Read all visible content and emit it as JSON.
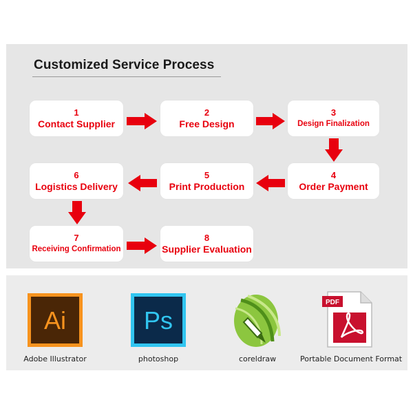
{
  "title": "Customized Service Process",
  "steps": [
    {
      "num": "1",
      "label": "Contact Supplier"
    },
    {
      "num": "2",
      "label": "Free Design"
    },
    {
      "num": "3",
      "label": "Design Finalization"
    },
    {
      "num": "4",
      "label": "Order Payment"
    },
    {
      "num": "5",
      "label": "Print Production"
    },
    {
      "num": "6",
      "label": "Logistics Delivery"
    },
    {
      "num": "7",
      "label": "Receiving Confirmation"
    },
    {
      "num": "8",
      "label": "Supplier Evaluation"
    }
  ],
  "tools": [
    {
      "label": "Adobe Illustrator",
      "mark": "Ai",
      "icon": "adobe-illustrator-icon"
    },
    {
      "label": "photoshop",
      "mark": "Ps",
      "icon": "photoshop-icon"
    },
    {
      "label": "coreldraw",
      "icon": "coreldraw-icon"
    },
    {
      "label": "Portable Document Format",
      "mark": "PDF",
      "icon": "pdf-icon"
    }
  ],
  "colors": {
    "accent": "#e8000e",
    "panel": "#e6e6e6",
    "ai": "#f7931e",
    "ps": "#31c5f0"
  }
}
